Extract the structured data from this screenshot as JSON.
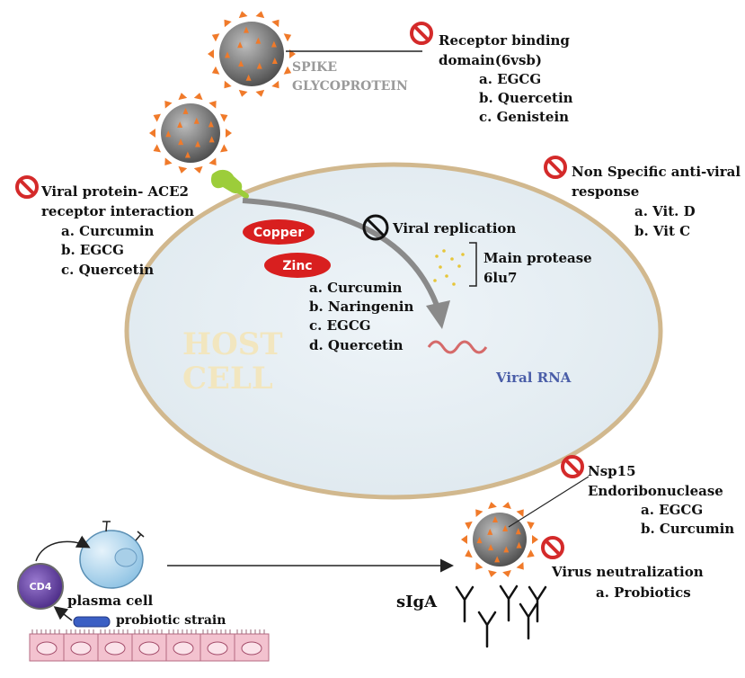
{
  "spike": {
    "line1": "SPIKE",
    "line2": "GLYCOPROTEIN"
  },
  "receptor_binding": {
    "title_line1": "Receptor binding",
    "title_line2": "domain(6vsb)",
    "items": [
      "a. EGCG",
      "b. Quercetin",
      "c. Genistein"
    ]
  },
  "ace2": {
    "title_line1": "Viral protein- ACE2",
    "title_line2": "receptor interaction",
    "items": [
      "a. Curcumin",
      "b. EGCG",
      "c. Quercetin"
    ]
  },
  "nonspecific": {
    "title_line1": "Non Specific anti-viral",
    "title_line2": "response",
    "items": [
      "a. Vit. D",
      "b. Vit C"
    ]
  },
  "replication": {
    "title": "Viral replication",
    "protease_line1": "Main protease",
    "protease_line2": "6lu7",
    "items": [
      "a. Curcumin",
      "b. Naringenin",
      "c. EGCG",
      "d. Quercetin"
    ]
  },
  "minerals": {
    "copper": "Copper",
    "zinc": "Zinc"
  },
  "host_cell": {
    "line1": "HOST",
    "line2": "CELL"
  },
  "viral_rna": "Viral RNA",
  "nsp15": {
    "title_line1": "Nsp15",
    "title_line2": "Endoribonuclease",
    "items": [
      "a. EGCG",
      "b. Curcumin"
    ]
  },
  "neutralization": {
    "title": "Virus neutralization",
    "items": [
      "a. Probiotics"
    ]
  },
  "siga": "sIgA",
  "cd4": "CD4",
  "plasma_cell": "plasma cell",
  "probiotic_strain": "probiotic strain",
  "colors": {
    "virus_body": "#7a7a7a",
    "spike": "#f07a2a",
    "cell_border": "#d1b88e",
    "cell_fill": "#e4eef4",
    "inhibit_red": "#d42a2a",
    "oval_red": "#d81f1f",
    "ace2_green": "#9ccd3a",
    "arrow_gray": "#8a8a8a"
  }
}
